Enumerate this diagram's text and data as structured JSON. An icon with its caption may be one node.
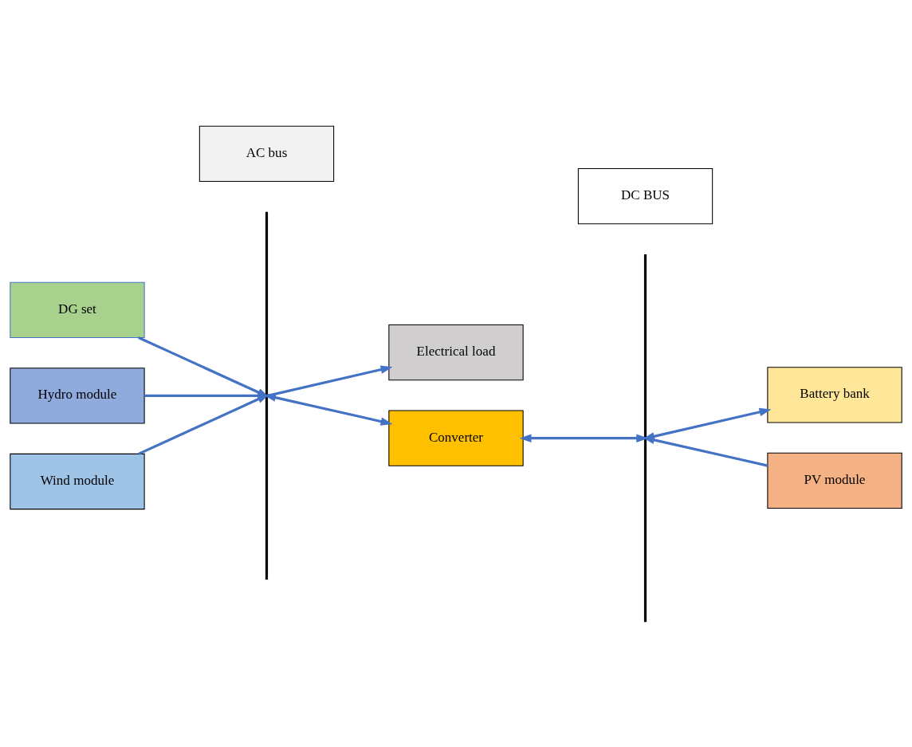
{
  "diagram": {
    "nodes": [
      {
        "text": [
          "DG set"
        ]
      },
      {
        "text": [],
        "shape": "bar"
      },
      {
        "text": [],
        "shape": "bar"
      },
      {
        "text": [
          "Electrical load"
        ]
      },
      {
        "text": [
          "PV module"
        ]
      },
      {
        "text": [
          "Hydro module"
        ]
      },
      {
        "text": [
          "Converter"
        ]
      },
      {
        "text": [
          "Battery bank"
        ]
      },
      {
        "text": [
          "Wind module"
        ]
      },
      {
        "text": [
          "AC bus"
        ]
      },
      {
        "text": [
          "DC BUS"
        ]
      }
    ],
    "edges": [
      {
        "from": 0,
        "to": 1,
        "arrow": "to"
      },
      {
        "from": 1,
        "to": 3,
        "arrow": "to"
      },
      {
        "from": 4,
        "to": 2,
        "arrow": "to"
      },
      {
        "from": 5,
        "to": 1,
        "arrow": "to"
      },
      {
        "from": 1,
        "to": 6,
        "arrow": "both"
      },
      {
        "from": 6,
        "to": 2,
        "arrow": "both"
      },
      {
        "from": 2,
        "to": 7,
        "arrow": "both"
      },
      {
        "from": 8,
        "to": 1,
        "arrow": "to"
      }
    ]
  }
}
